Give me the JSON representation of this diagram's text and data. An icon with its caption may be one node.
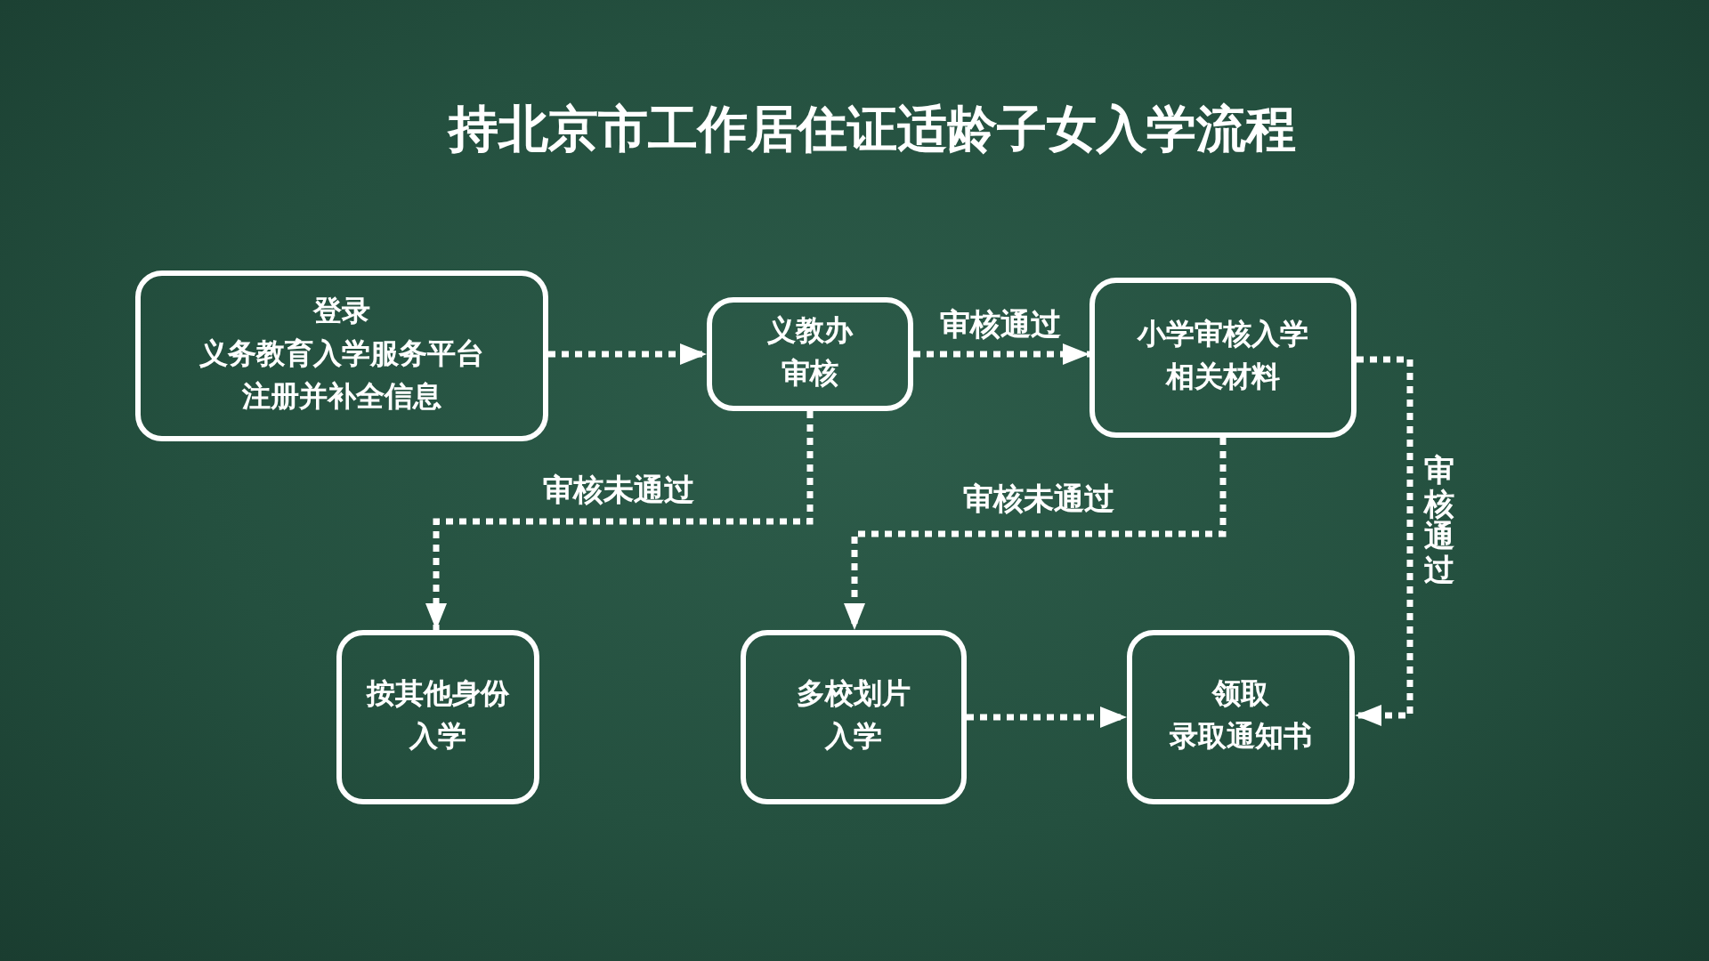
{
  "diagram": {
    "title": "持北京市工作居住证适龄子女入学流程",
    "nodes": [
      {
        "text": [
          "登录义务教育入学服务平台注册并补全信息"
        ]
      },
      {
        "text": [
          "义教办审核"
        ]
      },
      {
        "text": [
          "小学审核入学相关材料"
        ]
      },
      {
        "text": [
          "按其他身份入学"
        ]
      },
      {
        "text": [
          "多校划片入学"
        ]
      },
      {
        "text": [
          "领取录取通知书"
        ]
      }
    ],
    "edges": [
      {
        "from": 0,
        "to": 1,
        "arrow": "to",
        "style": "dashed"
      },
      {
        "from": 1,
        "to": 2,
        "arrow": "to",
        "style": "dashed",
        "label": "审核通过"
      },
      {
        "from": 1,
        "to": 3,
        "arrow": "to",
        "style": "dashed",
        "label": "审核未通过"
      },
      {
        "from": 2,
        "to": 4,
        "arrow": "to",
        "style": "dashed",
        "label": "审核未通过"
      },
      {
        "from": 2,
        "to": 5,
        "arrow": "to",
        "style": "dashed",
        "label": "审核通过"
      },
      {
        "from": 4,
        "to": 5,
        "arrow": "to",
        "style": "dashed"
      }
    ]
  }
}
